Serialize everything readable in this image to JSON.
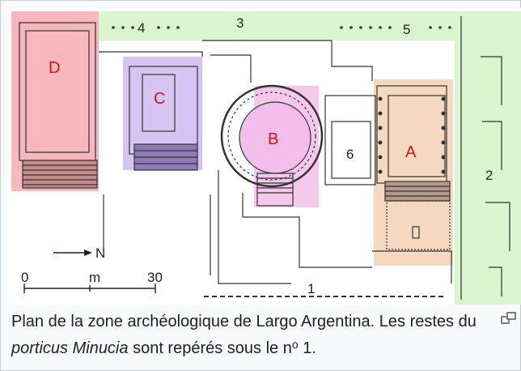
{
  "map": {
    "zones": {
      "A": {
        "label": "A",
        "color": "#f4d9c0"
      },
      "B": {
        "label": "B",
        "color": "#f3c8ea"
      },
      "C": {
        "label": "C",
        "color": "#d7c4f2"
      },
      "D": {
        "label": "D",
        "color": "#f6b7bd"
      },
      "band_green": "#d9f5d0",
      "label_color": "#d01414"
    },
    "numbers": {
      "n1": "1",
      "n2": "2",
      "n3": "3",
      "n4": "4",
      "n5": "5",
      "n6": "6"
    },
    "north_label": "N",
    "scale": {
      "start": "0",
      "unit": "m",
      "end": "30"
    }
  },
  "caption": {
    "part1": "Plan de la zone archéologique de Largo Argentina. Les restes du ",
    "italic": "porticus Minucia",
    "part2": " sont repérés sous le n",
    "sup": "o",
    "part3": " 1."
  },
  "enlarge_icon": "enlarge-icon"
}
